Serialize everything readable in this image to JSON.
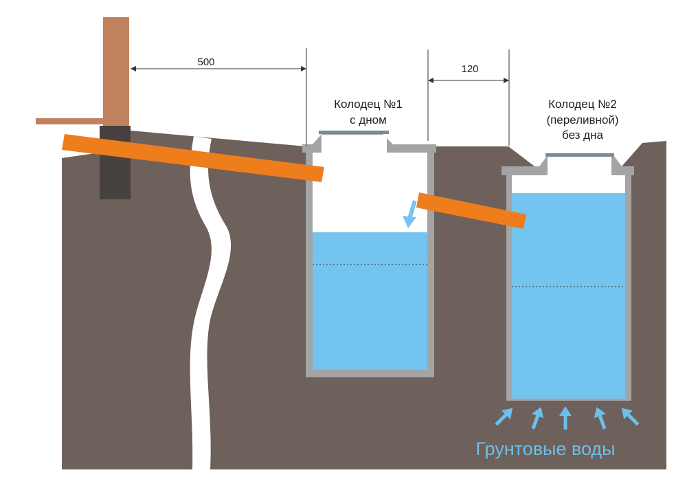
{
  "dimensions": {
    "house_to_well1": "500",
    "well1_to_well2": "120"
  },
  "well1": {
    "title": "Колодец №1",
    "subtitle": "с дном"
  },
  "well2": {
    "title": "Колодец №2",
    "subtitle1": "(переливной)",
    "subtitle2": "без дна"
  },
  "groundwater_label": "Грунтовые воды",
  "colors": {
    "soil": "#6e605a",
    "water": "#73c4ee",
    "pipe": "#ee7d1c",
    "post": "#c0825c",
    "foundation": "#474140",
    "concrete": "#a4a4a4",
    "arrow": "#6cc0ea"
  }
}
